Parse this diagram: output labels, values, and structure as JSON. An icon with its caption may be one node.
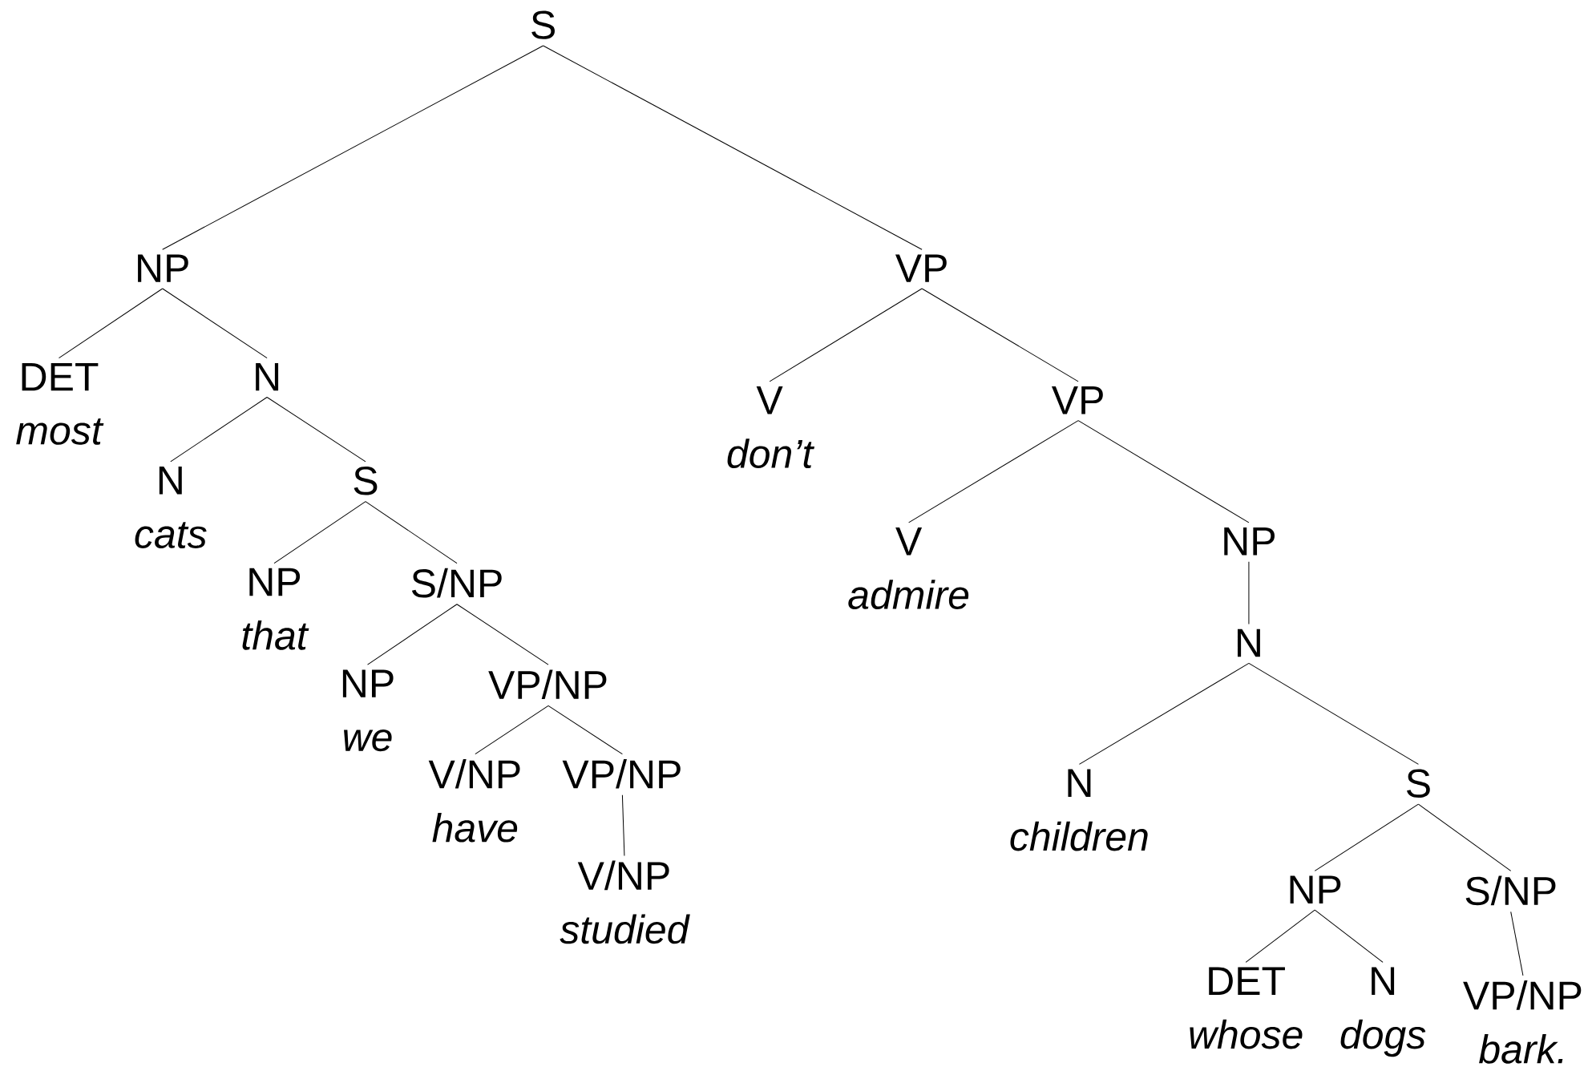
{
  "diagram": {
    "nodes": [
      {
        "text": [
          "S"
        ]
      },
      {
        "text": [
          "NP"
        ]
      },
      {
        "text": [
          "DET",
          "most"
        ]
      },
      {
        "text": [
          "N"
        ]
      },
      {
        "text": [
          "N",
          "cats"
        ]
      },
      {
        "text": [
          "S"
        ]
      },
      {
        "text": [
          "NP",
          "that"
        ]
      },
      {
        "text": [
          "S/NP"
        ]
      },
      {
        "text": [
          "NP",
          "we"
        ]
      },
      {
        "text": [
          "VP/NP"
        ]
      },
      {
        "text": [
          "V/NP",
          "have"
        ]
      },
      {
        "text": [
          "VP/NP"
        ]
      },
      {
        "text": [
          "V/NP",
          "studied"
        ]
      },
      {
        "text": [
          "VP"
        ]
      },
      {
        "text": [
          "V",
          "don’t"
        ]
      },
      {
        "text": [
          "VP"
        ]
      },
      {
        "text": [
          "V",
          "admire"
        ]
      },
      {
        "text": [
          "NP"
        ]
      },
      {
        "text": [
          "N"
        ]
      },
      {
        "text": [
          "N",
          "children"
        ]
      },
      {
        "text": [
          "S"
        ]
      },
      {
        "text": [
          "NP"
        ]
      },
      {
        "text": [
          "DET",
          "whose"
        ]
      },
      {
        "text": [
          "N",
          "dogs"
        ]
      },
      {
        "text": [
          "S/NP"
        ]
      },
      {
        "text": [
          "VP/NP",
          "bark."
        ]
      }
    ],
    "edges": [
      {
        "from": 0,
        "to": 1,
        "arrow": "none"
      },
      {
        "from": 0,
        "to": 13,
        "arrow": "none"
      },
      {
        "from": 1,
        "to": 2,
        "arrow": "none"
      },
      {
        "from": 1,
        "to": 3,
        "arrow": "none"
      },
      {
        "from": 3,
        "to": 4,
        "arrow": "none"
      },
      {
        "from": 3,
        "to": 5,
        "arrow": "none"
      },
      {
        "from": 5,
        "to": 6,
        "arrow": "none"
      },
      {
        "from": 5,
        "to": 7,
        "arrow": "none"
      },
      {
        "from": 7,
        "to": 8,
        "arrow": "none"
      },
      {
        "from": 7,
        "to": 9,
        "arrow": "none"
      },
      {
        "from": 9,
        "to": 10,
        "arrow": "none"
      },
      {
        "from": 9,
        "to": 11,
        "arrow": "none"
      },
      {
        "from": 11,
        "to": 12,
        "arrow": "none"
      },
      {
        "from": 13,
        "to": 14,
        "arrow": "none"
      },
      {
        "from": 13,
        "to": 15,
        "arrow": "none"
      },
      {
        "from": 15,
        "to": 16,
        "arrow": "none"
      },
      {
        "from": 15,
        "to": 17,
        "arrow": "none"
      },
      {
        "from": 17,
        "to": 18,
        "arrow": "none"
      },
      {
        "from": 18,
        "to": 19,
        "arrow": "none"
      },
      {
        "from": 18,
        "to": 20,
        "arrow": "none"
      },
      {
        "from": 20,
        "to": 21,
        "arrow": "none"
      },
      {
        "from": 20,
        "to": 24,
        "arrow": "none"
      },
      {
        "from": 21,
        "to": 22,
        "arrow": "none"
      },
      {
        "from": 21,
        "to": 23,
        "arrow": "none"
      },
      {
        "from": 24,
        "to": 25,
        "arrow": "none"
      }
    ]
  }
}
